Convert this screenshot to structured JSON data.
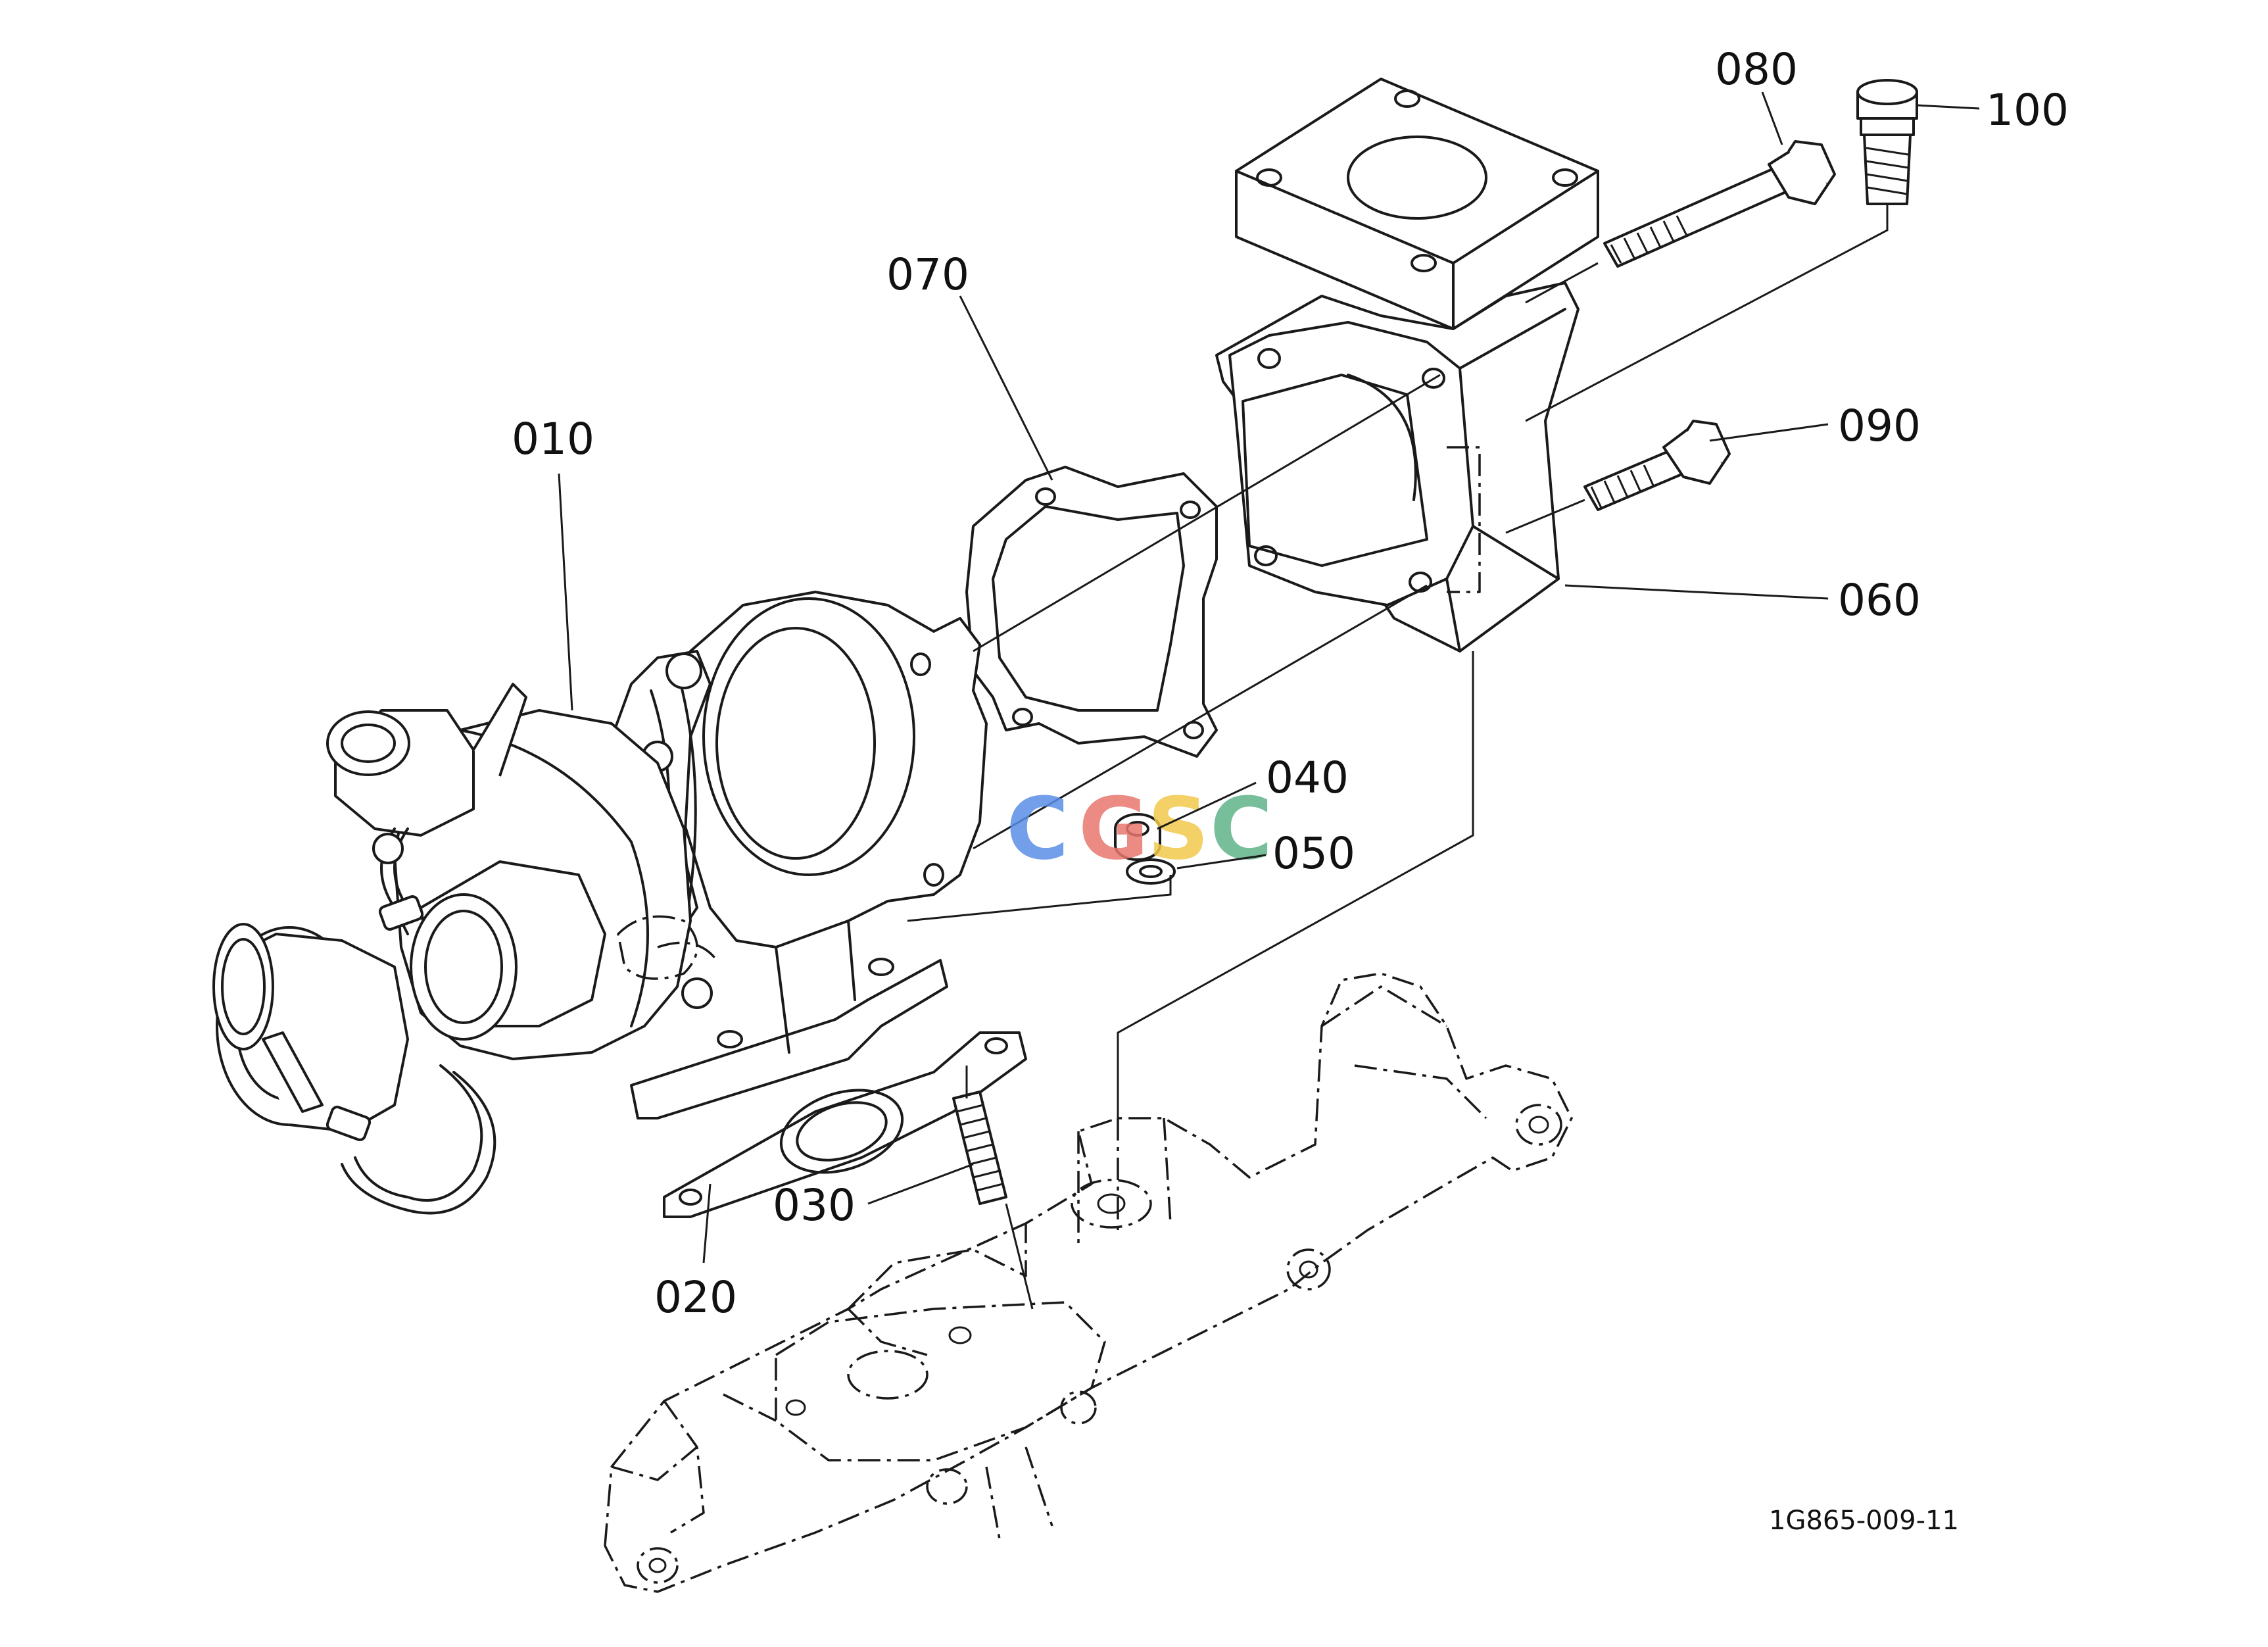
{
  "diagram": {
    "reference_code": "1G865-009-11",
    "callouts": [
      {
        "id": "c010",
        "label": "010"
      },
      {
        "id": "c020",
        "label": "020"
      },
      {
        "id": "c030",
        "label": "030"
      },
      {
        "id": "c040",
        "label": "040"
      },
      {
        "id": "c050",
        "label": "050"
      },
      {
        "id": "c060",
        "label": "060"
      },
      {
        "id": "c070",
        "label": "070"
      },
      {
        "id": "c080",
        "label": "080"
      },
      {
        "id": "c090",
        "label": "090"
      },
      {
        "id": "c100",
        "label": "100"
      }
    ]
  },
  "watermark": {
    "letters": [
      "C",
      "G",
      "S",
      "C"
    ],
    "colors": [
      "#5a8ee6",
      "#e8776e",
      "#f2c94c",
      "#5fb38a"
    ]
  },
  "colors": {
    "line": "#1a1a1a",
    "background": "#ffffff"
  }
}
